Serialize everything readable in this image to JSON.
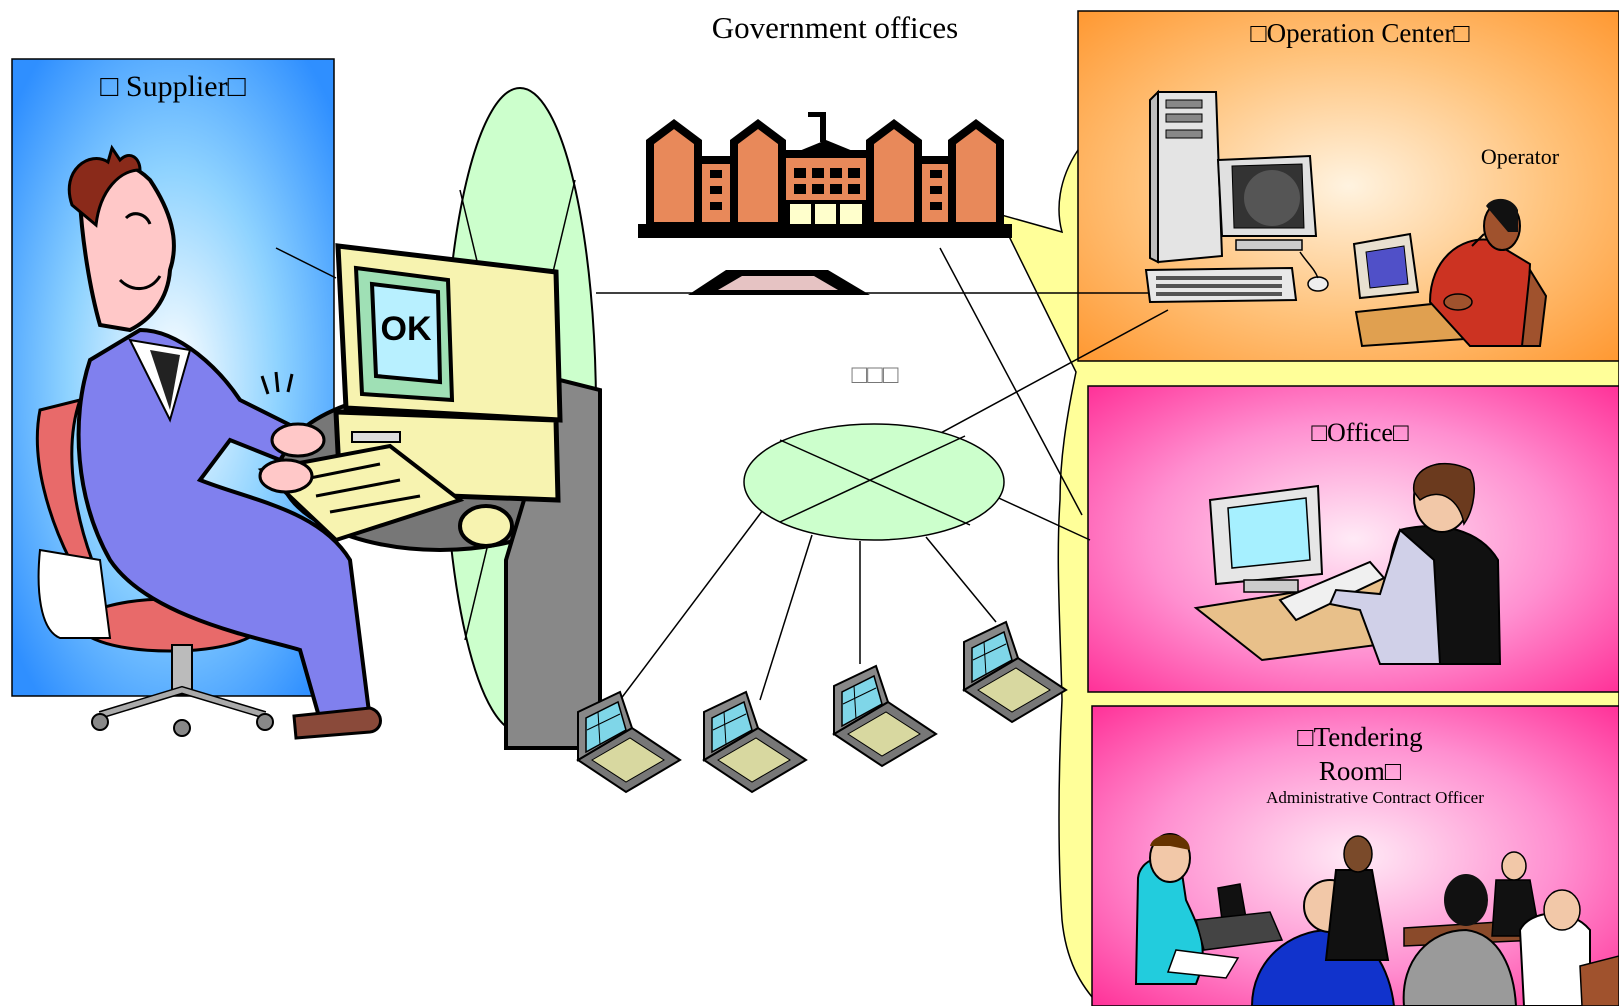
{
  "title": "Government offices",
  "network_label": "□□□",
  "supplier": {
    "label": "□ Supplier□",
    "color": "#3399ff"
  },
  "operation_center": {
    "label": "□Operation Center□",
    "operator_label": "Operator",
    "color": "#ff9933"
  },
  "office": {
    "label": "□Office□",
    "color": "#ff3399"
  },
  "tendering_room": {
    "label_line1": "□Tendering",
    "label_line2": "Room□",
    "sublabel": "Administrative Contract Officer",
    "color": "#ff3399"
  },
  "callout_color": "#ffff99",
  "network_color": "#ccffcc",
  "screen_text": "OK",
  "icons": [
    "businessman-at-computer-icon",
    "government-building-icon",
    "server-tower-icon",
    "operator-headset-icon",
    "office-worker-icon",
    "meeting-room-icon",
    "laptop-icon"
  ]
}
